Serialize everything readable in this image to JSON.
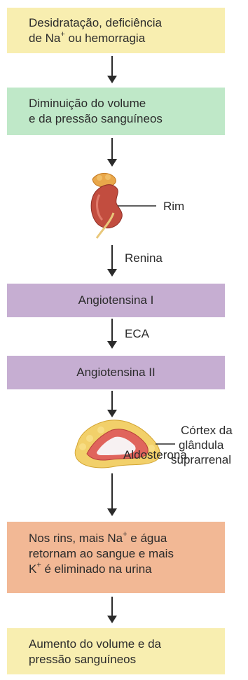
{
  "steps": {
    "step1": {
      "line1": "Desidratação, deficiência",
      "line2a": "de Na",
      "line2sup": "+",
      "line2b": " ou hemorragia"
    },
    "step2": {
      "line1": "Diminuição do volume",
      "line2": "e da pressão sanguíneos"
    },
    "kidney_label": "Rim",
    "renina": "Renina",
    "angiotensina1": "Angiotensina I",
    "eca": "ECA",
    "angiotensina2": "Angiotensina II",
    "adrenal_label": {
      "line1": "Córtex da",
      "line2": "glândula",
      "line3": "suprarrenal"
    },
    "aldosterona": "Aldosterona",
    "step3": {
      "line1a": "Nos rins, mais Na",
      "line1sup": "+",
      "line1b": " e água",
      "line2": "retornam ao sangue e mais",
      "line3a": "K",
      "line3sup": "+",
      "line3b": " é eliminado na urina"
    },
    "step4": {
      "line1": "Aumento do volume e da",
      "line2": "pressão sanguíneos"
    }
  },
  "colors": {
    "yellow": "#f8eeb0",
    "green": "#bfe8c8",
    "purple": "#c6aed2",
    "salmon": "#f2b895"
  }
}
